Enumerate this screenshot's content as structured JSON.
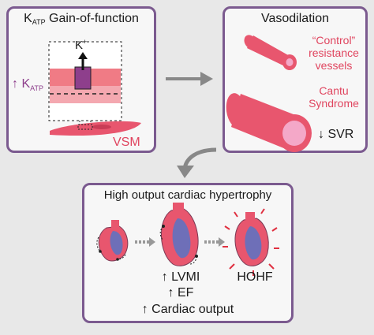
{
  "panels": {
    "katp": {
      "title_main": "K",
      "title_sub": "ATP",
      "title_rest": " Gain-of-function",
      "side_arrow": "↑",
      "side_main": "K",
      "side_sub": "ATP",
      "channel_label": "K",
      "channel_sup": "+",
      "vsm_label": "VSM"
    },
    "vaso": {
      "title": "Vasodilation",
      "control_line1": "“Control”",
      "control_line2": "resistance",
      "control_line3": "vessels",
      "cantu_line1": "Cantu",
      "cantu_line2": "Syndrome",
      "svr_label": "↓ SVR"
    },
    "heart": {
      "title": "High output cardiac hypertrophy",
      "lvmi": "↑ LVMI",
      "hohf": "HOHF",
      "ef": "↑ EF",
      "output": "↑ Cardiac output"
    }
  },
  "colors": {
    "border": "#7b5a8f",
    "vessel": "#e8566e",
    "vessel_light": "#f4a8c8",
    "membrane": "#f07b85",
    "channel": "#8e3f8c",
    "heart_blue": "#6e6fb8",
    "arrow_gray": "#888888"
  }
}
